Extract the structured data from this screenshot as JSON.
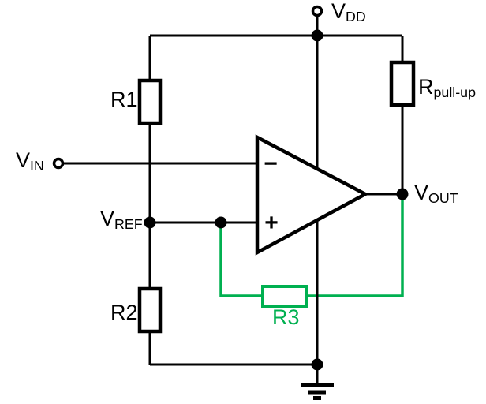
{
  "diagram_type": "circuit-schematic",
  "colors": {
    "wire": "#000000",
    "feedback_highlight": "#00B050",
    "background": "#FFFFFF"
  },
  "labels": {
    "vdd": {
      "main": "V",
      "sub": "DD"
    },
    "vin": {
      "main": "V",
      "sub": "IN"
    },
    "vref": {
      "main": "V",
      "sub": "REF"
    },
    "vout": {
      "main": "V",
      "sub": "OUT"
    },
    "rpullup": {
      "main": "R",
      "sub": "pull-up"
    },
    "r1": "R1",
    "r2": "R2",
    "r3": "R3",
    "opamp_minus": "−",
    "opamp_plus": "+"
  },
  "components": [
    {
      "ref": "R1",
      "kind": "resistor",
      "between": [
        "VDD",
        "VREF"
      ]
    },
    {
      "ref": "R2",
      "kind": "resistor",
      "between": [
        "VREF",
        "GND"
      ]
    },
    {
      "ref": "Rpull-up",
      "kind": "resistor",
      "between": [
        "VDD",
        "VOUT"
      ]
    },
    {
      "ref": "R3",
      "kind": "resistor",
      "between": [
        "VREF",
        "VOUT"
      ],
      "highlighted": true
    },
    {
      "kind": "comparator",
      "inverting_input": "VIN",
      "noninverting_input": "VREF",
      "output": "VOUT",
      "supply": "VDD"
    },
    {
      "kind": "ground"
    }
  ]
}
